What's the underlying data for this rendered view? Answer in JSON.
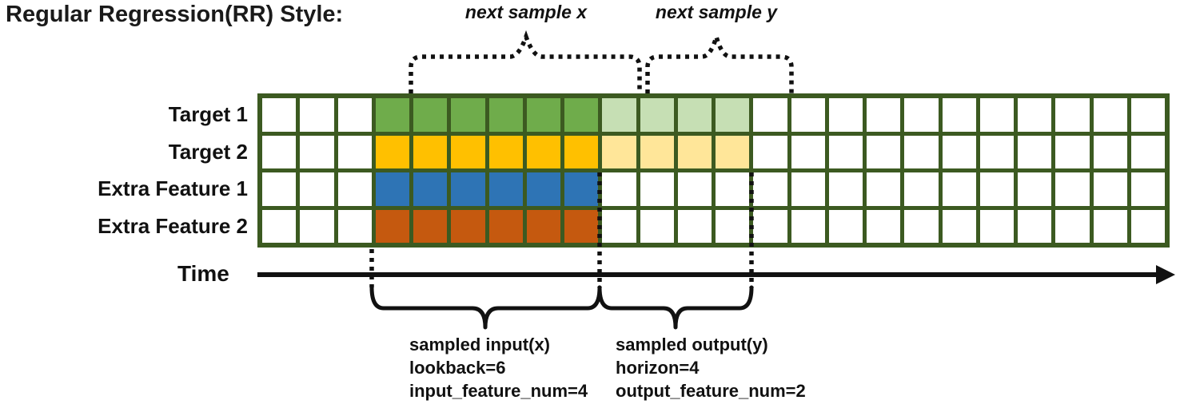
{
  "title": "Regular Regression(RR) Style:",
  "annotations": {
    "next_sample_x": "next sample x",
    "next_sample_y": "next sample y"
  },
  "rows": [
    {
      "label": "Target 1",
      "input_color": "#6FAC4B",
      "output_color": "#C6DFB4"
    },
    {
      "label": "Target 2",
      "input_color": "#FFC000",
      "output_color": "#FFE699"
    },
    {
      "label": "Extra Feature 1",
      "input_color": "#2E74B5",
      "output_color": null
    },
    {
      "label": "Extra Feature 2",
      "input_color": "#C5590F",
      "output_color": null
    }
  ],
  "grid": {
    "columns": 24,
    "lead_empty": 3,
    "input_len": 6,
    "output_len": 4,
    "empty_color": "#FFFFFF"
  },
  "colors": {
    "grid_border": "#3C5A21",
    "ink": "#111111"
  },
  "time_label": "Time",
  "sample_info": {
    "input": {
      "lines": [
        "sampled input(x)",
        "lookback=6",
        "input_feature_num=4"
      ]
    },
    "output": {
      "lines": [
        "sampled output(y)",
        "horizon=4",
        "output_feature_num=2"
      ]
    }
  }
}
